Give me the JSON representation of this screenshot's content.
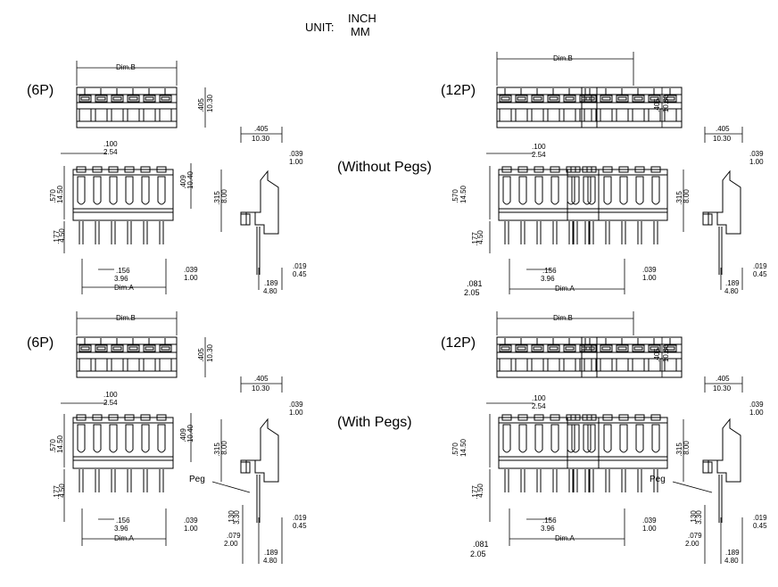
{
  "header": {
    "unit_label": "UNIT:",
    "unit_inch": "INCH",
    "unit_mm": "MM"
  },
  "section_labels": {
    "without_pegs": "(Without Pegs)",
    "with_pegs": "(With Pegs)"
  },
  "pin_counts": {
    "p6": "(6P)",
    "p12": "(12P)"
  },
  "dims": {
    "dim_a": "Dim.A",
    "dim_b": "Dim.B",
    "d405_in": ".405",
    "d405_mm": "10.30",
    "d100_in": ".100",
    "d100_mm": "2.54",
    "d570_in": ".570",
    "d570_mm": "14.50",
    "d409_in": ".409",
    "d409_mm": "10.40",
    "d177_in": ".177",
    "d177_mm": "4.50",
    "d156_in": ".156",
    "d156_mm": "3.96",
    "d039_in": ".039",
    "d039_mm": "1.00",
    "d315_in": ".315",
    "d315_mm": "8.00",
    "d019_in": ".019",
    "d019_mm": "0.45",
    "d189_in": ".189",
    "d189_mm": "4.80",
    "d081_in": ".081",
    "d081_mm": "2.05",
    "d130_in": ".130",
    "d130_mm": "3.30",
    "d079_in": ".079",
    "d079_mm": "2.00",
    "peg": "Peg"
  }
}
